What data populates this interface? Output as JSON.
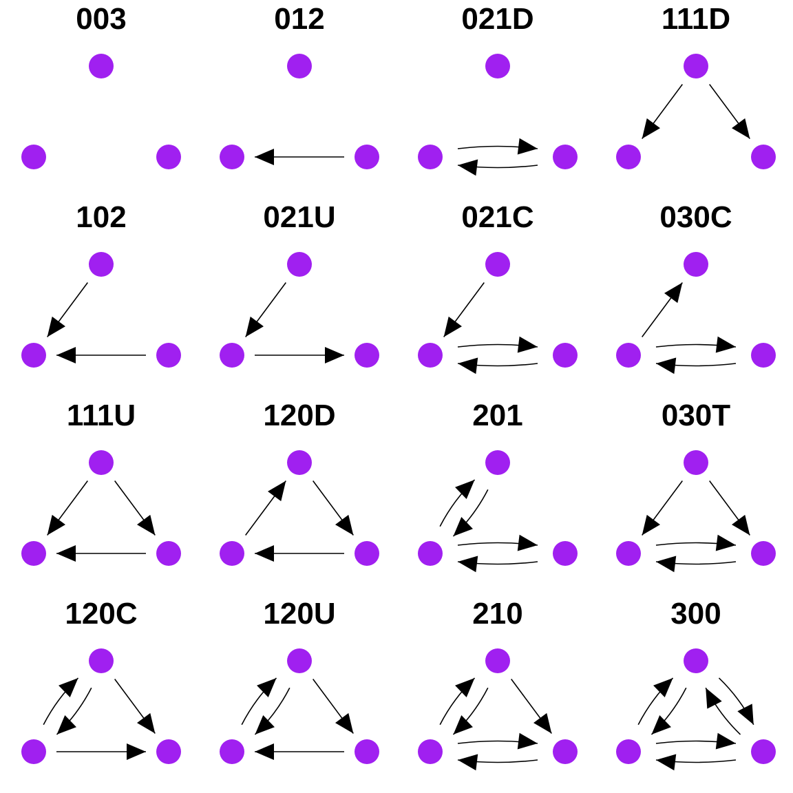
{
  "node_color": "#a020f0",
  "edge_color": "#000000",
  "background": "#ffffff",
  "node_roles": [
    "A",
    "B",
    "C"
  ],
  "panels": [
    {
      "label": "003",
      "edges": []
    },
    {
      "label": "012",
      "edges": [
        [
          "C",
          "B"
        ]
      ]
    },
    {
      "label": "021D",
      "edges": [
        [
          "B",
          "C"
        ],
        [
          "C",
          "B"
        ]
      ]
    },
    {
      "label": "111D",
      "edges": [
        [
          "A",
          "B"
        ],
        [
          "A",
          "C"
        ]
      ]
    },
    {
      "label": "102",
      "edges": [
        [
          "A",
          "B"
        ],
        [
          "C",
          "B"
        ]
      ]
    },
    {
      "label": "021U",
      "edges": [
        [
          "A",
          "B"
        ],
        [
          "B",
          "C"
        ]
      ]
    },
    {
      "label": "021C",
      "edges": [
        [
          "A",
          "B"
        ],
        [
          "B",
          "C"
        ],
        [
          "C",
          "B"
        ]
      ]
    },
    {
      "label": "030C",
      "edges": [
        [
          "B",
          "A"
        ],
        [
          "B",
          "C"
        ],
        [
          "C",
          "B"
        ]
      ]
    },
    {
      "label": "111U",
      "edges": [
        [
          "A",
          "B"
        ],
        [
          "A",
          "C"
        ],
        [
          "C",
          "B"
        ]
      ]
    },
    {
      "label": "120D",
      "edges": [
        [
          "B",
          "A"
        ],
        [
          "A",
          "C"
        ],
        [
          "C",
          "B"
        ]
      ]
    },
    {
      "label": "201",
      "edges": [
        [
          "A",
          "B"
        ],
        [
          "B",
          "A"
        ],
        [
          "B",
          "C"
        ],
        [
          "C",
          "B"
        ]
      ]
    },
    {
      "label": "030T",
      "edges": [
        [
          "A",
          "B"
        ],
        [
          "A",
          "C"
        ],
        [
          "B",
          "C"
        ],
        [
          "C",
          "B"
        ]
      ]
    },
    {
      "label": "120C",
      "edges": [
        [
          "A",
          "B"
        ],
        [
          "B",
          "A"
        ],
        [
          "A",
          "C"
        ],
        [
          "B",
          "C"
        ]
      ]
    },
    {
      "label": "120U",
      "edges": [
        [
          "A",
          "B"
        ],
        [
          "B",
          "A"
        ],
        [
          "A",
          "C"
        ],
        [
          "C",
          "B"
        ]
      ]
    },
    {
      "label": "210",
      "edges": [
        [
          "A",
          "B"
        ],
        [
          "B",
          "A"
        ],
        [
          "A",
          "C"
        ],
        [
          "B",
          "C"
        ],
        [
          "C",
          "B"
        ]
      ]
    },
    {
      "label": "300",
      "edges": [
        [
          "A",
          "B"
        ],
        [
          "B",
          "A"
        ],
        [
          "A",
          "C"
        ],
        [
          "C",
          "A"
        ],
        [
          "B",
          "C"
        ],
        [
          "C",
          "B"
        ]
      ]
    }
  ]
}
